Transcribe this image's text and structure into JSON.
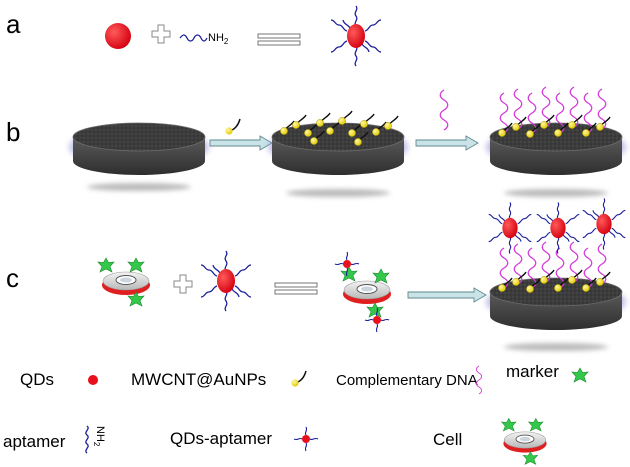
{
  "rows": {
    "a": "a",
    "b": "b",
    "c": "c"
  },
  "nh2_label": "NH",
  "nh2_sub": "2",
  "legend": {
    "qds": "QDs",
    "mwcnt": "MWCNT@AuNPs",
    "complementary_dna": "Complementary DNA",
    "marker": "marker",
    "aptamer": "aptamer",
    "qds_aptamer": "QDs-aptamer",
    "cell": "Cell"
  },
  "colors": {
    "qd_red": "#e8101a",
    "aptamer_blue": "#1b1f9a",
    "au_yellow": "#f2e21a",
    "dna_magenta": "#d43ad8",
    "marker_green": "#33c84a",
    "electrode_dark": "#4a4a4a",
    "arrow_fill": "#c9e3e6"
  }
}
